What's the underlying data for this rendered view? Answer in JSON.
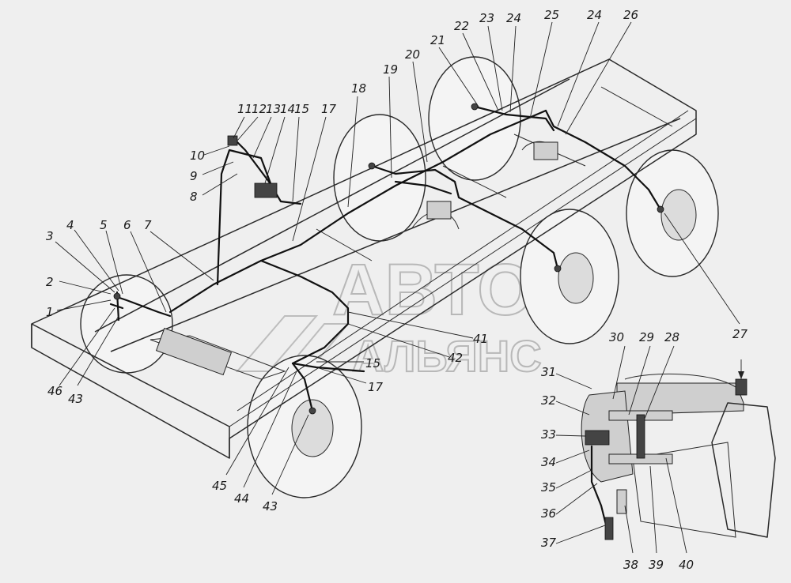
{
  "watermark": {
    "line1": "АВТО",
    "line2": "АЛЬЯНС"
  },
  "callouts": [
    {
      "id": "c1",
      "text": "1"
    },
    {
      "id": "c2",
      "text": "2"
    },
    {
      "id": "c3",
      "text": "3"
    },
    {
      "id": "c4",
      "text": "4"
    },
    {
      "id": "c5",
      "text": "5"
    },
    {
      "id": "c6",
      "text": "6"
    },
    {
      "id": "c7",
      "text": "7"
    },
    {
      "id": "c8",
      "text": "8"
    },
    {
      "id": "c9",
      "text": "9"
    },
    {
      "id": "c10",
      "text": "10"
    },
    {
      "id": "c11",
      "text": "11"
    },
    {
      "id": "c12",
      "text": "12"
    },
    {
      "id": "c13",
      "text": "13"
    },
    {
      "id": "c14",
      "text": "14"
    },
    {
      "id": "c15a",
      "text": "15"
    },
    {
      "id": "c15b",
      "text": "15"
    },
    {
      "id": "c17a",
      "text": "17"
    },
    {
      "id": "c17b",
      "text": "17"
    },
    {
      "id": "c18",
      "text": "18"
    },
    {
      "id": "c19",
      "text": "19"
    },
    {
      "id": "c20",
      "text": "20"
    },
    {
      "id": "c21",
      "text": "21"
    },
    {
      "id": "c22",
      "text": "22"
    },
    {
      "id": "c23",
      "text": "23"
    },
    {
      "id": "c24a",
      "text": "24"
    },
    {
      "id": "c24b",
      "text": "24"
    },
    {
      "id": "c25",
      "text": "25"
    },
    {
      "id": "c26",
      "text": "26"
    },
    {
      "id": "c27a",
      "text": "27"
    },
    {
      "id": "c27b",
      "text": "27"
    },
    {
      "id": "c28",
      "text": "28"
    },
    {
      "id": "c29",
      "text": "29"
    },
    {
      "id": "c30",
      "text": "30"
    },
    {
      "id": "c31",
      "text": "31"
    },
    {
      "id": "c32",
      "text": "32"
    },
    {
      "id": "c33",
      "text": "33"
    },
    {
      "id": "c34",
      "text": "34"
    },
    {
      "id": "c35",
      "text": "35"
    },
    {
      "id": "c36",
      "text": "36"
    },
    {
      "id": "c37",
      "text": "37"
    },
    {
      "id": "c38",
      "text": "38"
    },
    {
      "id": "c39",
      "text": "39"
    },
    {
      "id": "c40",
      "text": "40"
    },
    {
      "id": "c41",
      "text": "41"
    },
    {
      "id": "c42",
      "text": "42"
    },
    {
      "id": "c43a",
      "text": "43"
    },
    {
      "id": "c43b",
      "text": "43"
    },
    {
      "id": "c44",
      "text": "44"
    },
    {
      "id": "c45",
      "text": "45"
    },
    {
      "id": "c46",
      "text": "46"
    }
  ]
}
